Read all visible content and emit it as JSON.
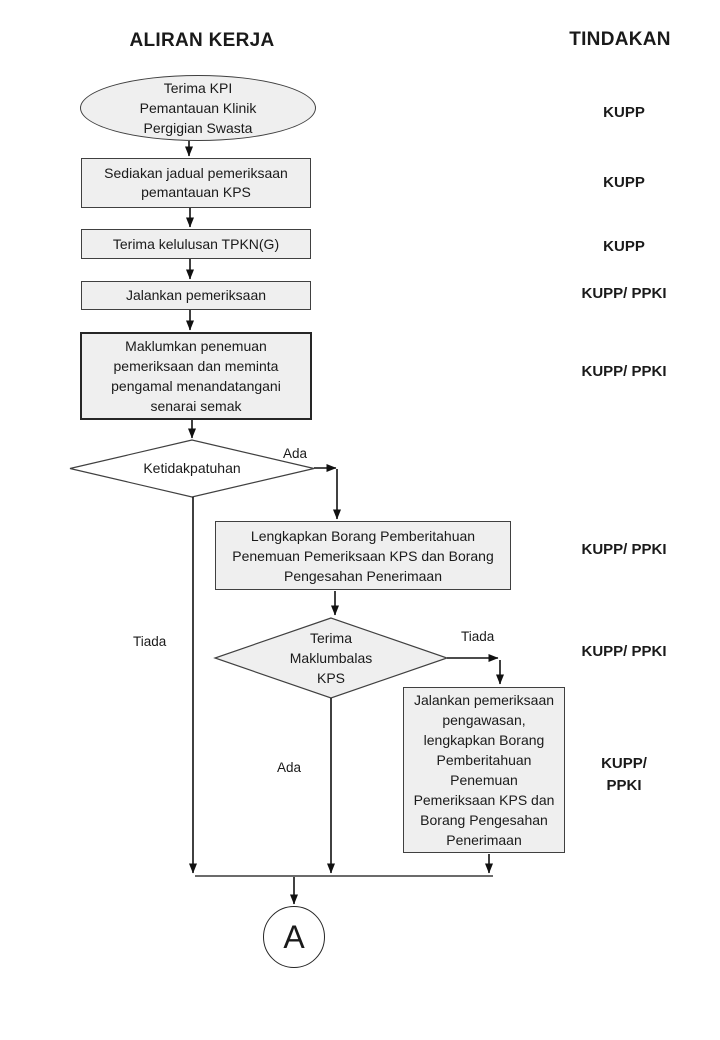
{
  "titles": {
    "left": "ALIRAN KERJA",
    "right": "TINDAKAN"
  },
  "nodes": {
    "start": "Terima KPI\nPemantauan Klinik\nPergigian Swasta",
    "schedule": "Sediakan jadual pemeriksaan\npemantauan KPS",
    "approval": "Terima kelulusan TPKN(G)",
    "inspect": "Jalankan pemeriksaan",
    "inform": "Maklumkan penemuan\npemeriksaan dan meminta\npengamal menandatangani\nsenarai semak",
    "decision_noncompliance": "Ketidakpatuhan",
    "complete_forms": "Lengkapkan Borang Pemberitahuan\nPenemuan Pemeriksaan KPS dan Borang\nPengesahan Penerimaan",
    "decision_feedback": "Terima\nMaklumbalas\nKPS",
    "surveillance": "Jalankan pemeriksaan\npengawasan,\nlengkapkan Borang\nPemberitahuan\nPenemuan\nPemeriksaan KPS dan\nBorang Pengesahan\nPenerimaan",
    "connector": "A"
  },
  "edge_labels": {
    "ada_top": "Ada",
    "tiada_left": "Tiada",
    "tiada_right": "Tiada",
    "ada_bottom": "Ada"
  },
  "actions": [
    {
      "label": "KUPP"
    },
    {
      "label": "KUPP"
    },
    {
      "label": "KUPP"
    },
    {
      "label": "KUPP/ PPKI"
    },
    {
      "label": "KUPP/ PPKI"
    },
    {
      "label": "KUPP/ PPKI"
    },
    {
      "label": "KUPP/ PPKI"
    },
    {
      "label": "KUPP/\nPPKI"
    }
  ],
  "colors": {
    "shape_fill": "#efefef",
    "shape_border": "#404040",
    "arrow": "#111111",
    "merge_line": "#6b6b6b"
  }
}
